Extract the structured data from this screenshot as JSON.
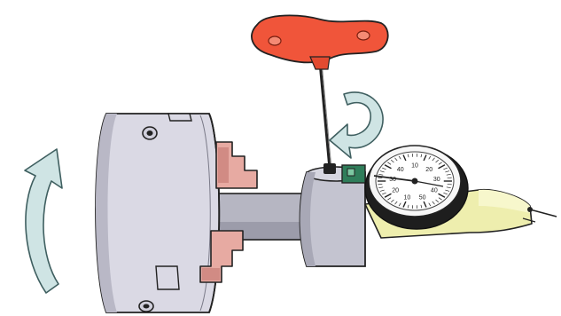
{
  "diagram": {
    "components": [
      {
        "name": "four-jaw lathe chuck",
        "icon": "chuck"
      },
      {
        "name": "T-handle hex key",
        "icon": "t-handle-wrench"
      },
      {
        "name": "rotation arrow (chuck)",
        "icon": "curved-arrow"
      },
      {
        "name": "rotation arrow (key)",
        "icon": "curved-arrow"
      },
      {
        "name": "cylindrical workpiece",
        "icon": "workpiece"
      },
      {
        "name": "dial test indicator",
        "icon": "dial-indicator"
      }
    ],
    "colors": {
      "chuck_body": "#dad9e4",
      "chuck_shade": "#b9b8c6",
      "jaws": "#e7aaa2",
      "handle": "#f0553a",
      "arrow": "#cfe4e4",
      "indicator_arm": "#eeeeae",
      "collet_green": "#2f7d5a",
      "outline": "#222222"
    },
    "dial": {
      "numbers": [
        "10",
        "20",
        "30",
        "40",
        "50",
        "10",
        "20",
        "30",
        "40"
      ]
    }
  }
}
